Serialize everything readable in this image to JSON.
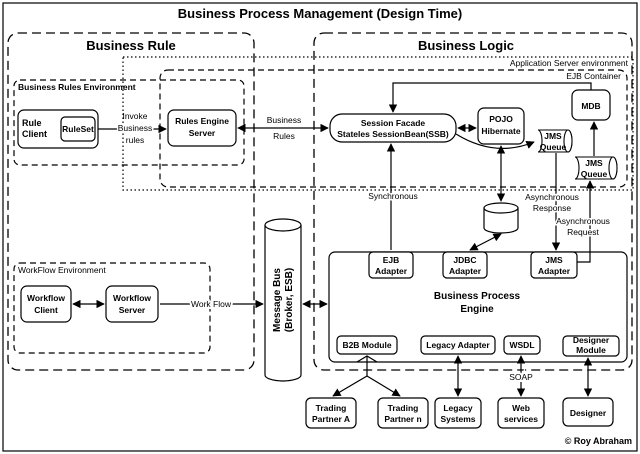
{
  "title": "Business Process Management (Design Time)",
  "copyright": "© Roy Abraham",
  "regions": {
    "business_rule": "Business Rule",
    "business_logic": "Business Logic",
    "business_rules_env": "Business Rules Environment",
    "app_server_env": "Application Server environment",
    "ejb_container": "EJB Container",
    "workflow_env": "WorkFlow Environment"
  },
  "nodes": {
    "rule_client": [
      "Rule",
      "Client"
    ],
    "ruleset": "RuleSet",
    "rules_engine_server": [
      "Rules Engine",
      "Server"
    ],
    "session_facade": [
      "Session Facade",
      "Stateles SessionBean(SSB)"
    ],
    "pojo_hibernate": [
      "POJO",
      "Hibernate"
    ],
    "jms_queue_1": [
      "JMS",
      "Queue"
    ],
    "mdb": "MDB",
    "jms_queue_2": [
      "JMS",
      "Queue"
    ],
    "workflow_client": [
      "Workflow",
      "Client"
    ],
    "workflow_server": [
      "Workflow",
      "Server"
    ],
    "message_bus": [
      "Message Bus",
      "(Broker, ESB)"
    ],
    "ejb_adapter": [
      "EJB",
      "Adapter"
    ],
    "jdbc_adapter": [
      "JDBC",
      "Adapter"
    ],
    "jms_adapter": [
      "JMS",
      "Adapter"
    ],
    "bpe": [
      "Business Process",
      "Engine"
    ],
    "b2b_module": "B2B Module",
    "legacy_adapter": "Legacy Adapter",
    "wsdl": "WSDL",
    "designer_module": [
      "Designer",
      "Module"
    ],
    "trading_partner_a": [
      "Trading",
      "Partner A"
    ],
    "trading_partner_n": [
      "Trading",
      "Partner n"
    ],
    "legacy_systems": [
      "Legacy",
      "Systems"
    ],
    "web_services": [
      "Web",
      "services"
    ],
    "designer": "Designer"
  },
  "edge_labels": {
    "invoke": [
      "Invoke",
      "Business",
      "rules"
    ],
    "business_rules": [
      "Business",
      "Rules"
    ],
    "synchronous": "Synchronous",
    "async_response": [
      "Asynchronous",
      "Response"
    ],
    "async_request": [
      "Asynchronous",
      "Request"
    ],
    "work_flow": "Work Flow",
    "soap": "SOAP"
  }
}
